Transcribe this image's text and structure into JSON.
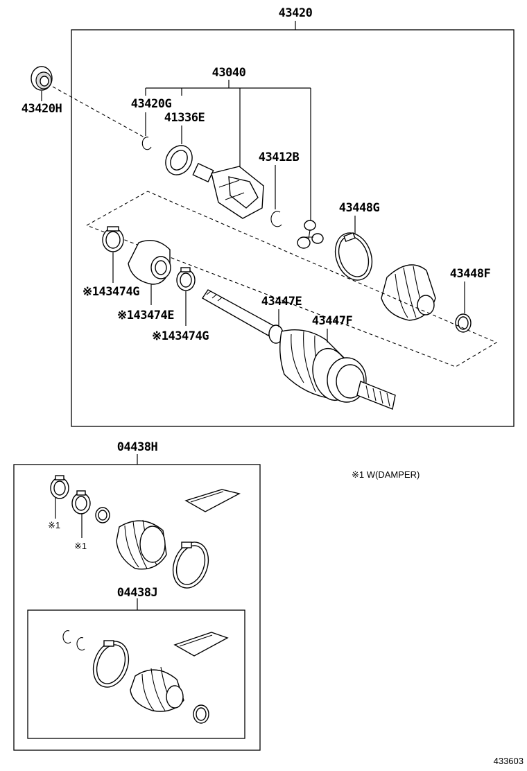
{
  "labels": {
    "p43420": "43420",
    "p43040": "43040",
    "p43420H": "43420H",
    "p43420G": "43420G",
    "p41336E": "41336E",
    "p43412B": "43412B",
    "p43448G": "43448G",
    "p43448F": "43448F",
    "p43474G": "※143474G",
    "p43474E": "※143474E",
    "p43474G_2": "※143474G",
    "p43447E": "43447E",
    "p43447F": "43447F",
    "p04438H": "04438H",
    "p04438J": "04438J",
    "note1a": "※1",
    "note1b": "※1"
  },
  "legend": {
    "note": "※1 W(DAMPER)"
  },
  "footer": {
    "catalog_number": "433603"
  }
}
